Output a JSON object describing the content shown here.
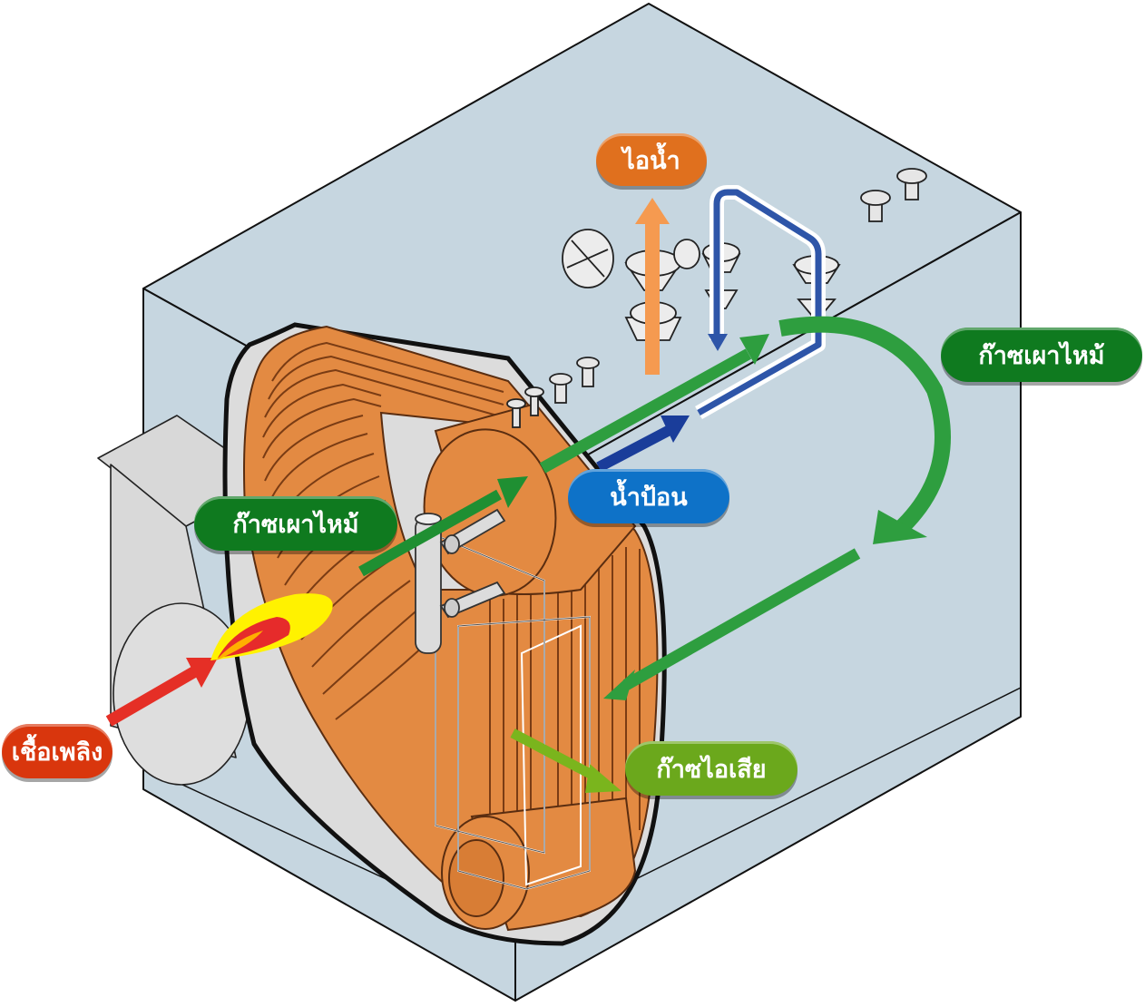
{
  "labels": {
    "steam": "ไอน้ำ",
    "combustion_gas_right": "ก๊าซเผาไหม้",
    "combustion_gas_left": "ก๊าซเผาไหม้",
    "feed_water": "น้ำป้อน",
    "fuel": "เชื้อเพลิง",
    "exhaust_gas": "ก๊าซไอเสีย"
  },
  "colors": {
    "steam": "#e0701e",
    "combustion_gas": "#0f7a1f",
    "feed_water": "#0e72c8",
    "fuel": "#d9360d",
    "exhaust_gas": "#6ba81c",
    "casing": "#c5d5df",
    "copper": "#e38a42"
  }
}
